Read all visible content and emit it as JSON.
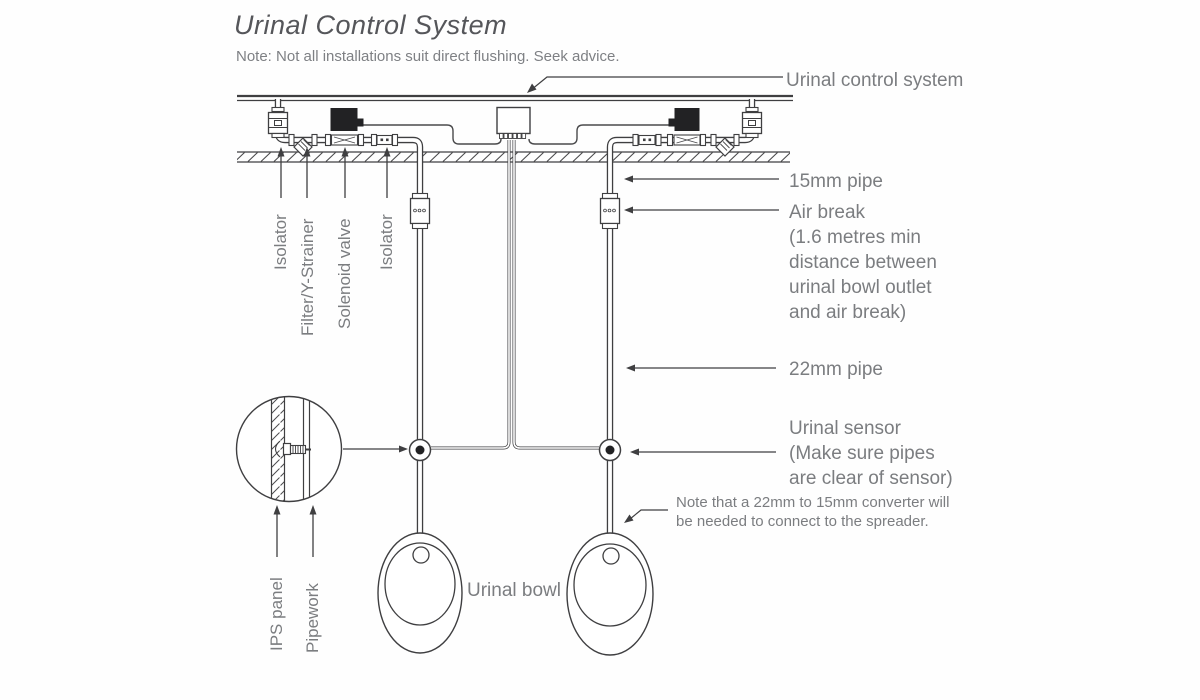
{
  "title": "Urinal Control System",
  "note": "Note: Not all installations suit direct flushing. Seek advice.",
  "callouts": {
    "control_system": "Urinal control system",
    "pipe_15mm": "15mm pipe",
    "air_break": "Air break\n(1.6 metres min\ndistance between\nurinal bowl outlet\nand air break)",
    "pipe_22mm": "22mm pipe",
    "urinal_sensor": "Urinal sensor\n(Make sure pipes\nare clear of sensor)",
    "converter_note": "Note that a 22mm to 15mm converter will\nbe needed to connect to the spreader.",
    "urinal_bowl": "Urinal bowl"
  },
  "component_labels": {
    "isolator_1": "Isolator",
    "filter_y_strainer": "Filter/Y-Strainer",
    "solenoid_valve": "Solenoid valve",
    "isolator_2": "Isolator",
    "ips_panel": "IPS panel",
    "pipework": "Pipework"
  },
  "colors": {
    "line": "#3f3f41",
    "label": "#7b7d80",
    "title": "#55565a"
  }
}
